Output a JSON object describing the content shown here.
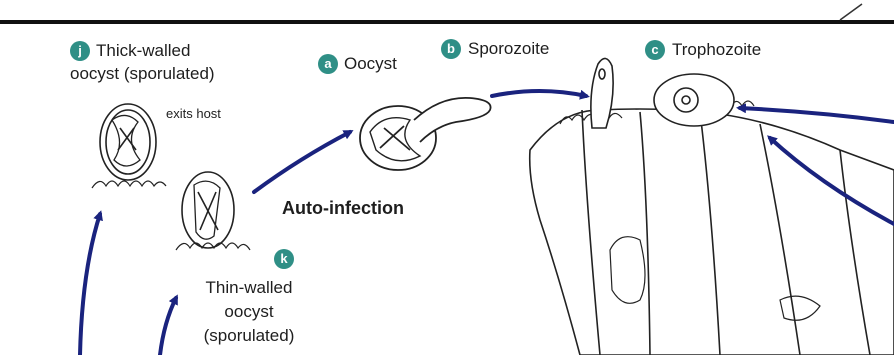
{
  "colors": {
    "arrow": "#1a237e",
    "badge": "#2f8f86",
    "ink": "#1e1e1e",
    "cell_fill": "#ffffff"
  },
  "stages": {
    "j": {
      "badge": "j",
      "line1": "Thick-walled",
      "line2": "oocyst (sporulated)",
      "note": "exits host"
    },
    "a": {
      "badge": "a",
      "label": "Oocyst"
    },
    "b": {
      "badge": "b",
      "label": "Sporozoite"
    },
    "c": {
      "badge": "c",
      "label": "Trophozoite"
    },
    "k": {
      "badge": "k",
      "line1": "Thin-walled",
      "line2": "oocyst",
      "line3": "(sporulated)"
    }
  },
  "autoinfection": {
    "label": "Auto-infection"
  }
}
